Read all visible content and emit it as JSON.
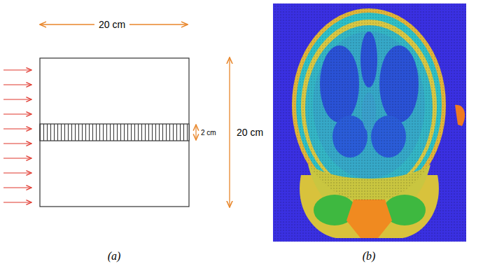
{
  "diagram": {
    "labels": [
      "20 cm",
      "2 cm",
      "20 cm",
      "(a)",
      "(b)"
    ]
  }
}
